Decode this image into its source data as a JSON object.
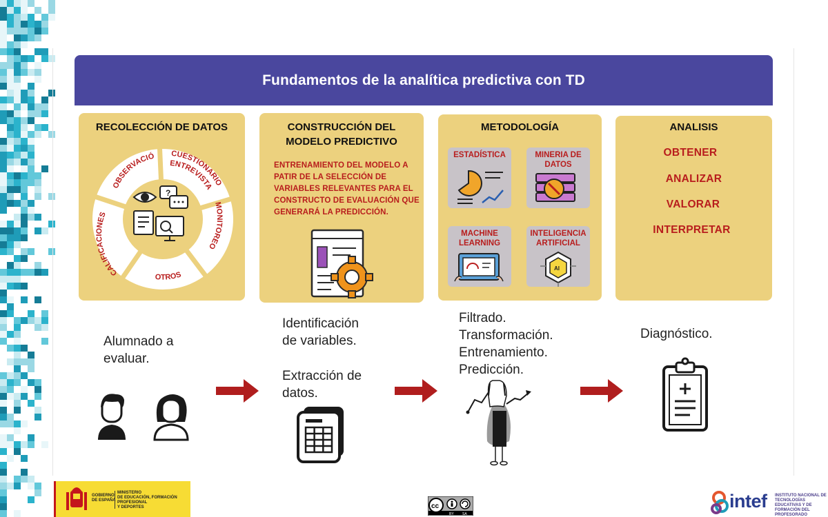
{
  "title": "Fundamentos de la analítica predictiva con TD",
  "panels": {
    "recoleccion": {
      "title": "RECOLECCIÓN DE DATOS",
      "segments": [
        "OBSERVACIÓN",
        "CUESTIONARIO",
        "ENTREVISTA",
        "MONITOREO",
        "OTROS",
        "CALIFICACIONES"
      ]
    },
    "construccion": {
      "title_line1": "CONSTRUCCIÓN DEL",
      "title_line2": "MODELO PREDICTIVO",
      "description": "ENTRENAMIENTO DEL MODELO A PATIR DE LA SELECCIÓN DE VARIABLES RELEVANTES PARA EL CONSTRUCTO  DE EVALUACIÓN QUE GENERARÁ LA PREDICCIÓN."
    },
    "metodologia": {
      "title": "METODOLOGÍA",
      "tiles": [
        {
          "line1": "ESTADÍSTICA",
          "line2": ""
        },
        {
          "line1": "MINERIA DE",
          "line2": "DATOS"
        },
        {
          "line1": "MACHINE",
          "line2": "LEARNING"
        },
        {
          "line1": "INTELIGENCIA",
          "line2": "ARTIFICIAL"
        }
      ],
      "ai_badge": "AI"
    },
    "analisis": {
      "title": "ANALISIS",
      "items": [
        "OBTENER",
        "ANALIZAR",
        "VALORAR",
        "INTERPRETAR"
      ]
    }
  },
  "captions": {
    "alumnado": [
      "Alumnado a",
      "evaluar."
    ],
    "identificacion": [
      "Identificación",
      "de variables."
    ],
    "extraccion": [
      "Extracción de",
      "datos."
    ],
    "proceso": [
      "Filtrado.",
      "Transformación.",
      "Entrenamiento.",
      "Predicción."
    ],
    "diagnostico": "Diagnóstico."
  },
  "footer": {
    "gobierno": [
      "GOBIERNO",
      "DE ESPAÑA"
    ],
    "ministerio": [
      "MINISTERIO",
      "DE EDUCACIÓN, FORMACIÓN PROFESIONAL",
      "Y DEPORTES"
    ],
    "cc_labels": [
      "BY",
      "SA"
    ],
    "intef_word": "intef",
    "intef_lines": [
      "INSTITUTO NACIONAL DE",
      "TECNOLOGÍAS EDUCATIVAS Y DE",
      "FORMACIÓN DEL PROFESORADO"
    ]
  },
  "colors": {
    "title_bar": "#4a479e",
    "panel": "#ecd17e",
    "accent_red": "#b81d1d",
    "arrow": "#b01e1e",
    "mosaic": "#1f9cb8"
  }
}
